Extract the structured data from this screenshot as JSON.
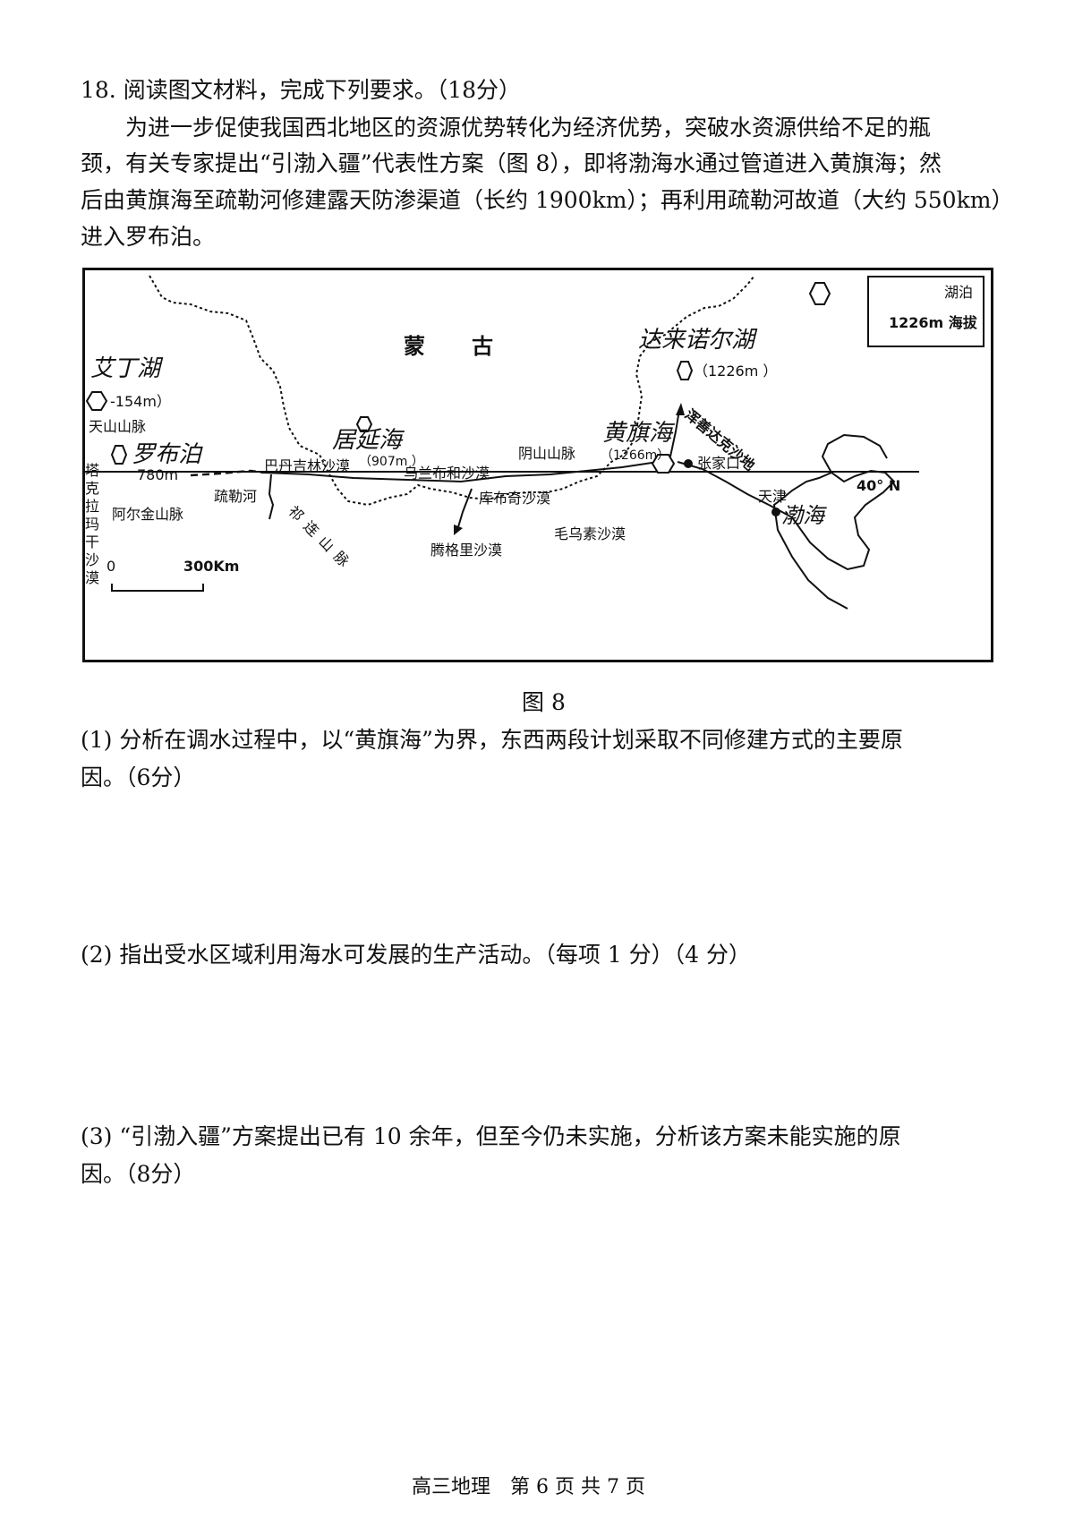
{
  "question": {
    "header": "18. 阅读图文材料，完成下列要求。（18分）",
    "paragraph_lines": [
      "为进一步促使我国西北地区的资源优势转化为经济优势，突破水资源供给不足的瓶",
      "颈，有关专家提出“引渤入疆”代表性方案（图 8），即将渤海水通过管道进入黄旗海；然",
      "后由黄旗海至疏勒河修建露天防渗渠道（长约 1900km）；再利用疏勒河故道（大约 550km）",
      "进入罗布泊。"
    ]
  },
  "map": {
    "legend": {
      "lake_label": "湖泊",
      "elevation_sample": "1226m 海拔"
    },
    "labels": {
      "mongolia_1": "蒙",
      "mongolia_2": "古",
      "dalai_nur": "达来诺尔湖",
      "dalai_nur_elev": "（1226m ）",
      "hunshandake": "浑善达克沙地",
      "aiding": "艾丁湖",
      "aiding_elev": "-154m）",
      "tianshan": "天山山脉",
      "luobupo": "罗布泊",
      "luobupo_elev": "780m",
      "juyanhai": "居延海",
      "juyanhai_elev": "（907m ）",
      "badanjilin": "巴丹吉林沙漠",
      "wulanbuhe": "乌兰布和沙漠",
      "yinshan": "阴山山脉",
      "huangqihai": "黄旗海",
      "huangqihai_elev": "（1266m）",
      "zhangjiakou": "张家口",
      "taklamakan": "塔克拉玛干沙漠",
      "shulehe": "疏勒河",
      "aerjin": "阿尔金山脉",
      "qilian": "祁连山脉",
      "kubuqi": "库布奇沙漠",
      "tengger": "腾格里沙漠",
      "maowusu": "毛乌素沙漠",
      "tianjin": "天津",
      "bohai": "渤海",
      "latitude": "40° N",
      "scale_zero": "0",
      "scale_end": "300Km"
    }
  },
  "figure_caption": "图 8",
  "sub_questions": [
    {
      "lines": [
        "(1) 分析在调水过程中，以“黄旗海”为界，东西两段计划采取不同修建方式的主要原",
        "因。（6分）"
      ]
    },
    {
      "lines": [
        "(2) 指出受水区域利用海水可发展的生产活动。（每项 1 分）（4 分）"
      ]
    },
    {
      "lines": [
        "(3) “引渤入疆”方案提出已有 10 余年，但至今仍未实施，分析该方案未能实施的原",
        "因。（8分）"
      ]
    }
  ],
  "footer": "高三地理　第 6 页 共 7 页"
}
